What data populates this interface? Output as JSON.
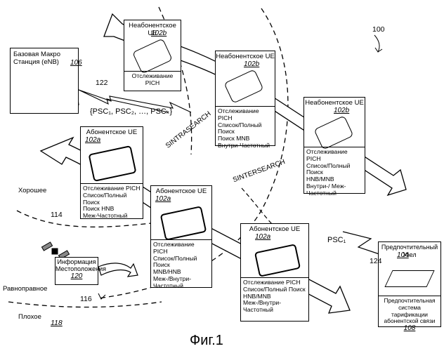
{
  "figure_label": "Фиг.1",
  "ref_system": "100",
  "base_station": {
    "title": "Базовая Макро Станция (eNB)",
    "ref": "106"
  },
  "link": {
    "ref": "122",
    "psc_set": "{PSC₁, PSC₂, …, PSCₖ}"
  },
  "ue_nonsub_1": {
    "title": "Неабонентское UE",
    "ref": "102b",
    "lines": [
      "Отслеживание PICH"
    ]
  },
  "ue_nonsub_2": {
    "title": "Неабонентское UE",
    "ref": "102b",
    "lines": [
      "Отслеживание PICH",
      "Список/Полный Поиск",
      "Поиск MNB",
      "Внутри-Частотный"
    ]
  },
  "ue_nonsub_3": {
    "title": "Неабонентское UE",
    "ref": "102b",
    "lines": [
      "Отслеживание PICH",
      "Список/Полный Поиск",
      "HNB/MNB",
      "Внутри-/ Меж-Частотный"
    ]
  },
  "ue_sub_1": {
    "title": "Абонентское UE",
    "ref": "102a",
    "lines": [
      "Отслеживание PICH",
      "Список/Полный Поиск",
      "Поиск HNB",
      "Меж-Частотный"
    ]
  },
  "ue_sub_2": {
    "title": "Абонентское UE",
    "ref": "102a",
    "lines": [
      "Отслеживание PICH",
      "Список/Полный Поиск",
      "MNB/HNB",
      "Меж-/Внутри-Частотный"
    ]
  },
  "ue_sub_3": {
    "title": "Абонентское UE",
    "ref": "102a",
    "lines": [
      "Отслеживание PICH",
      "Список/Полный Поиск",
      "HNB/MNB",
      "Меж-/Внутри-Частотный"
    ]
  },
  "thresholds": {
    "intra": "SINTRASEARCH",
    "inter": "SINTERSEARCH"
  },
  "regions": {
    "good": "Хорошее",
    "equal": "Равноправное",
    "bad": "Плохое",
    "bad_ref": "118"
  },
  "contours": {
    "c114": "114",
    "c116": "116"
  },
  "location_info": {
    "title": "Информация Местоположения",
    "ref": "120"
  },
  "preferred_node": {
    "title": "Предпочтительный Узел",
    "ref": "104",
    "caption": "Предпочтительная система тарификации абонентской связи",
    "caption_ref": "108",
    "psc": "PSC₁",
    "link_ref": "124"
  }
}
